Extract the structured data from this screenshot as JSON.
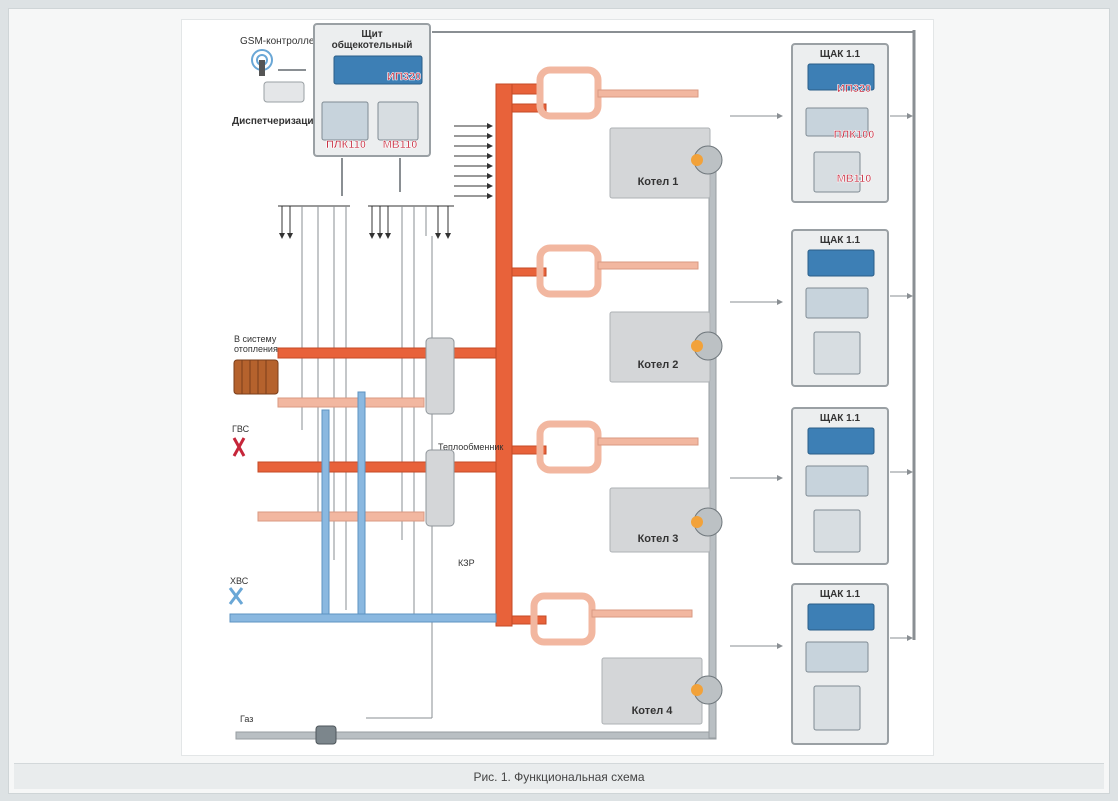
{
  "figure": {
    "gsm_label": "GSM-контроллер",
    "dispatch_label": "Диспетчеризация",
    "main_panel_title_1": "Щит",
    "main_panel_title_2": "общекотельный",
    "main_panel_device_1": "ИП320",
    "main_panel_device_2": "ПЛК110",
    "main_panel_device_3": "МВ110",
    "heating_label_1": "В систему",
    "heating_label_2": "отопления",
    "hot_water_label": "ГВС",
    "cold_water_label": "ХВС",
    "heat_exchanger_label": "Теплообменник",
    "kzr_label": "КЗР",
    "gas_label": "Газ",
    "boilers": [
      "Котел 1",
      "Котел 2",
      "Котел 3",
      "Котел 4"
    ],
    "cabinets": [
      {
        "title": "ЩАК 1.1",
        "devices": [
          "ИП320",
          "ПЛК100",
          "МВ110"
        ]
      },
      {
        "title": "ЩАК 1.1",
        "devices": []
      },
      {
        "title": "ЩАК 1.1",
        "devices": []
      },
      {
        "title": "ЩАК 1.1",
        "devices": []
      }
    ]
  },
  "caption": "Рис. 1. Функциональная схема",
  "colors": {
    "hot_pipe": "#e8623a",
    "return_pipe": "#f2b7a0",
    "cold_pipe": "#8ab8e0",
    "gas_pipe": "#b9bfc3",
    "device_red": "#c6263a",
    "boiler_fill": "#d4d6d8"
  }
}
